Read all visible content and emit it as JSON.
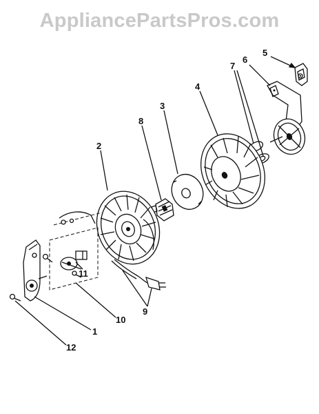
{
  "watermark": {
    "text": "AppliancePartsPros.com",
    "color": "#c9c9c9"
  },
  "callouts": [
    {
      "id": "1",
      "part": "end-cap"
    },
    {
      "id": "2",
      "part": "rear-reel-housing"
    },
    {
      "id": "3",
      "part": "friction-disc"
    },
    {
      "id": "4",
      "part": "cord-reel"
    },
    {
      "id": "5",
      "part": "cord-clamp"
    },
    {
      "id": "6",
      "part": "wheel-bracket"
    },
    {
      "id": "7",
      "part": "washer-pair"
    },
    {
      "id": "8",
      "part": "brush-holder"
    },
    {
      "id": "9",
      "part": "power-cord-plug"
    },
    {
      "id": "10",
      "part": "switch-assembly"
    },
    {
      "id": "11",
      "part": "switch-screws"
    },
    {
      "id": "12",
      "part": "mounting-screw"
    }
  ]
}
